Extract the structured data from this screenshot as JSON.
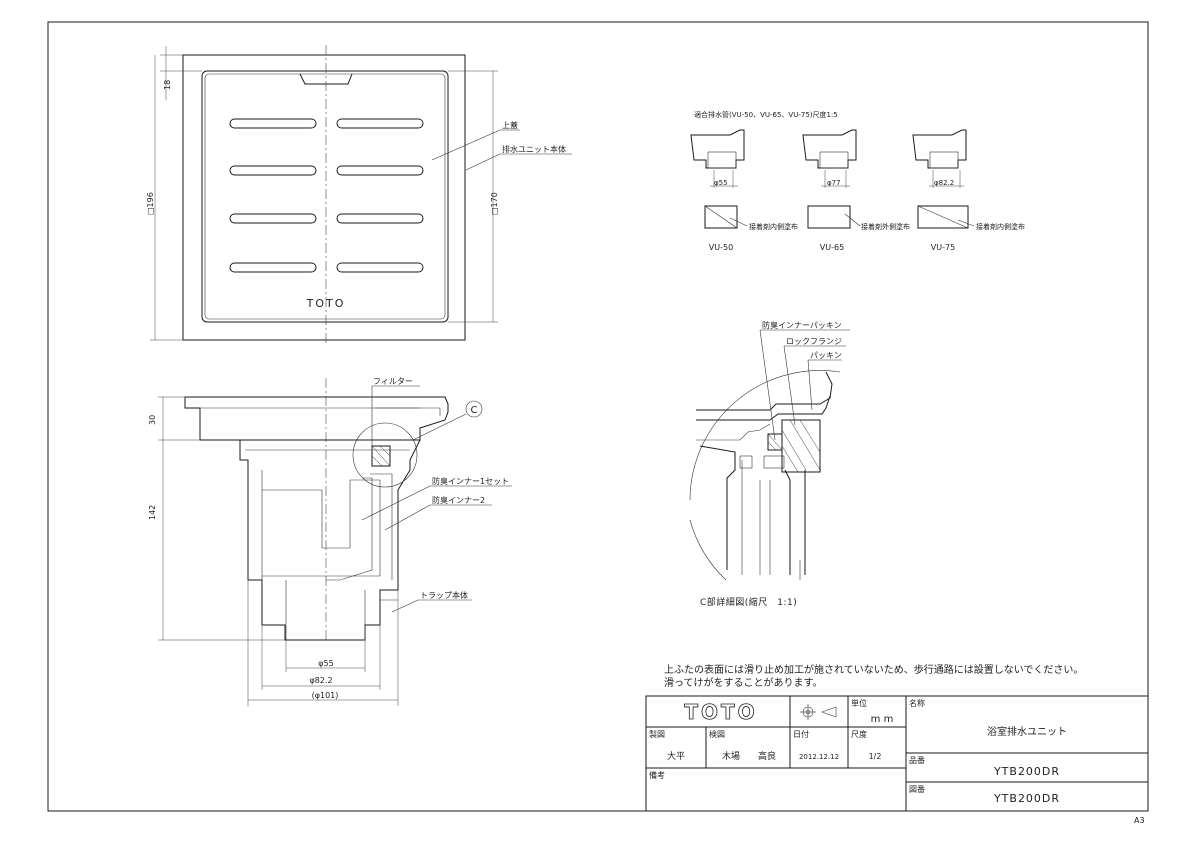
{
  "top_view": {
    "dim_18": "18",
    "dim_196": "□196",
    "dim_170": "□170",
    "label_lid": "上蓋",
    "label_body": "排水ユニット本体",
    "logo": "TOTO"
  },
  "section_view": {
    "dim_30": "30",
    "dim_142": "142",
    "label_filter": "フィルター",
    "label_inner_set": "防臭インナー1セット",
    "label_inner2": "防臭インナー2",
    "label_trap": "トラップ本体",
    "detail_mark": "C",
    "dim_55": "φ55",
    "dim_822": "φ82.2",
    "dim_101": "(φ101)"
  },
  "pipe_table": {
    "title": "適合排水管(VU-50、VU-65、VU-75)尺度1:5",
    "pipes": [
      {
        "dia": "φ55",
        "note": "接着剤内側塗布",
        "name": "VU-50"
      },
      {
        "dia": "φ77",
        "note": "接着剤外側塗布",
        "name": "VU-65"
      },
      {
        "dia": "φ82.2",
        "note": "接着剤内側塗布",
        "name": "VU-75"
      }
    ]
  },
  "detail": {
    "label_packing_inner": "防臭インナーパッキン",
    "label_lock_flange": "ロックフランジ",
    "label_packing": "パッキン",
    "caption": "C部詳細図(縮尺　1:1)"
  },
  "warning": {
    "line1": "上ふたの表面には滑り止め加工が施されていないため、歩行通路には設置しないでください。",
    "line2": "滑ってけがをすることがあります。"
  },
  "title_block": {
    "logo": "TOTO",
    "unit_label": "単位",
    "unit_value": "m m",
    "name_label": "名称",
    "name_value": "浴室排水ユニット",
    "drawn_label": "製図",
    "drawn_value": "大平",
    "checked_label": "検図",
    "checked_value1": "木場",
    "checked_value2": "高良",
    "date_label": "日付",
    "date_value": "2012.12.12",
    "scale_label": "尺度",
    "scale_value": "1/2",
    "part_label": "品番",
    "part_value": "YTB200DR",
    "drawing_no_label": "図番",
    "drawing_no_value": "YTB200DR",
    "remarks_label": "備考"
  },
  "sheet_size": "A3"
}
